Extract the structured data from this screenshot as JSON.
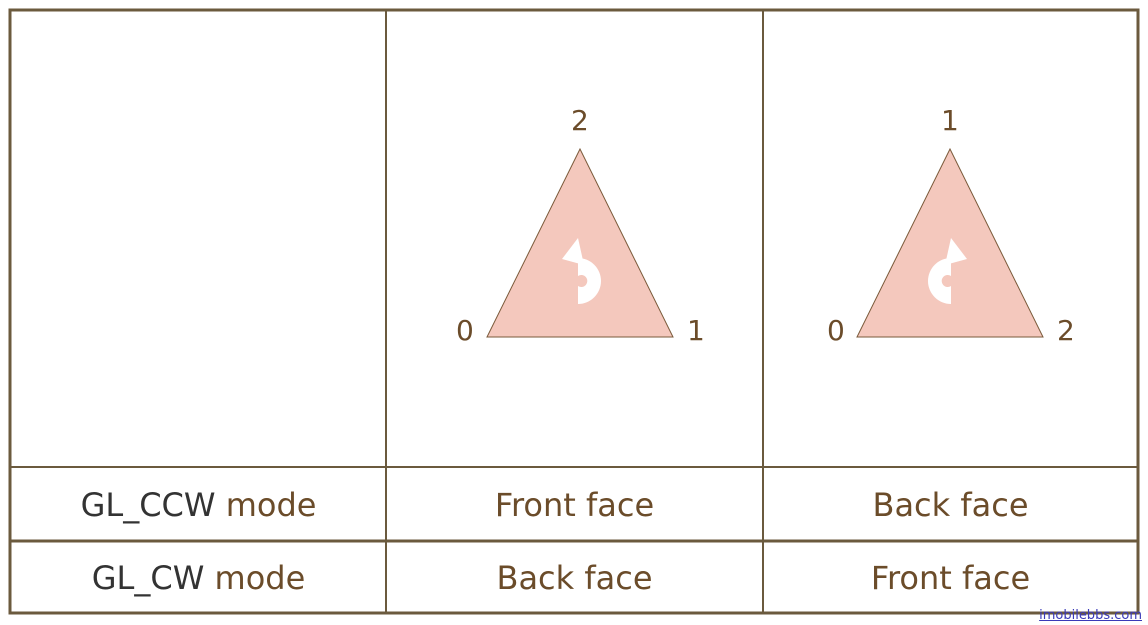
{
  "colors": {
    "border": "#6b5a3e",
    "text_brown": "#6b4c2a",
    "text_dark": "#333333",
    "triangle_fill": "#f4c8bd",
    "arrow_fill": "#ffffff",
    "watermark": "#3a3ab8"
  },
  "triangles": [
    {
      "id": "front",
      "vertices": {
        "left": "0",
        "right": "1",
        "top": "2"
      },
      "arrow": "counterclockwise-arrow-icon"
    },
    {
      "id": "back",
      "vertices": {
        "left": "0",
        "right": "2",
        "top": "1"
      },
      "arrow": "clockwise-arrow-icon"
    }
  ],
  "rows": [
    {
      "mode_name": "GL_CCW",
      "mode_word": "mode",
      "col2": "Front face",
      "col3": "Back face"
    },
    {
      "mode_name": "GL_CW",
      "mode_word": "mode",
      "col2": "Back face",
      "col3": "Front face"
    }
  ],
  "watermark": "imobilebbs.com"
}
